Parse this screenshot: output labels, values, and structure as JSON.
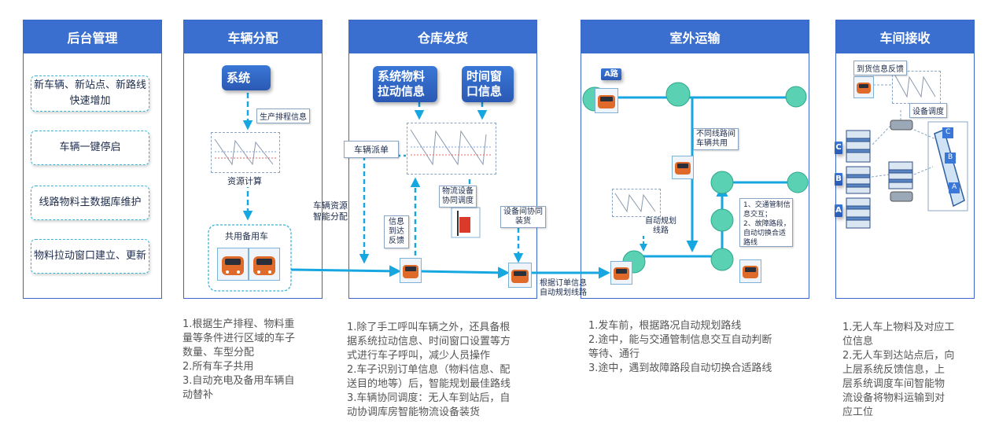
{
  "colors": {
    "accent": "#3a6fcf",
    "flow": "#17a7e0",
    "node": "#5bd1b4",
    "car": "#e06a2a"
  },
  "panels": [
    {
      "id": "admin",
      "title": "后台管理"
    },
    {
      "id": "dispatch",
      "title": "车辆分配"
    },
    {
      "id": "warehouse",
      "title": "仓库发货"
    },
    {
      "id": "outdoor",
      "title": "室外运输"
    },
    {
      "id": "workshop",
      "title": "车间接收"
    }
  ],
  "admin": {
    "items": [
      {
        "lines": [
          "新车辆、新站点、新路线",
          "快速增加"
        ]
      },
      {
        "lines": [
          "车辆一键停启"
        ]
      },
      {
        "lines": [
          "线路物料主数据库维护"
        ]
      },
      {
        "lines": [
          "物料拉动窗口建立、更新"
        ]
      }
    ]
  },
  "dispatch": {
    "system_label": "系统",
    "schedule_label": "生产排程信息",
    "calc_label": "资源计算",
    "shared_label": "共用备用车",
    "smart_label": [
      "车辆资源",
      "智能分配"
    ],
    "desc": [
      "1.根据生产排程、物料重",
      "量等条件进行区域的车子",
      "数量、车型分配",
      "2.所有车子共用",
      "3.自动充电及备用车辆自",
      "动替补"
    ]
  },
  "warehouse": {
    "pull_label": [
      "系统物料",
      "拉动信息"
    ],
    "window_label": [
      "时间窗",
      "口信息"
    ],
    "car_dispatch_label": "车辆派单",
    "info_feedback_label": [
      "信息",
      "到达",
      "反馈"
    ],
    "logistics_label": [
      "物流设备",
      "协同调度"
    ],
    "coop_label": [
      "设备间协同",
      "装货"
    ],
    "route_label": [
      "根据订单信息",
      "自动规划线路"
    ],
    "desc": [
      "1.除了手工呼叫车辆之外，还具备根",
      "据系统拉动信息、时间窗口设置等方",
      "式进行车子呼叫，减少人员操作",
      "2.车子识别订单信息（物料信息、配",
      "送目的地等）后，智能规划最佳路线",
      "3.车辆协同调度：无人车到站后，自",
      "动协调库房智能物流设备装货"
    ]
  },
  "outdoor": {
    "route_a": "A路",
    "shared_route_label": [
      "不同线路间",
      "车辆共用"
    ],
    "auto_plan_label": [
      "自动规划",
      "线路"
    ],
    "traffic_note": [
      "1、交通管制信",
      "息交互；",
      "2、故障路段，",
      "自动切换合适",
      "路线"
    ],
    "desc": [
      "1.发车前，根据路况自动规划路线",
      "2.途中，能与交通管制信息交互自动判断",
      "等待、通行",
      "3.途中，遇到故障路段自动切换合适路线"
    ]
  },
  "workshop": {
    "arrival_label": "到货信息反馈",
    "dispatch_label": "设备调度",
    "rack_letters": [
      "C",
      "B",
      "A"
    ],
    "desc": [
      "1.无人车上物料及对应工",
      "位信息",
      "2.无人车到达站点后，向",
      "上层系统反馈信息，上",
      "层系统调度车间智能物",
      "流设备将物料运输到对",
      "应工位"
    ]
  }
}
